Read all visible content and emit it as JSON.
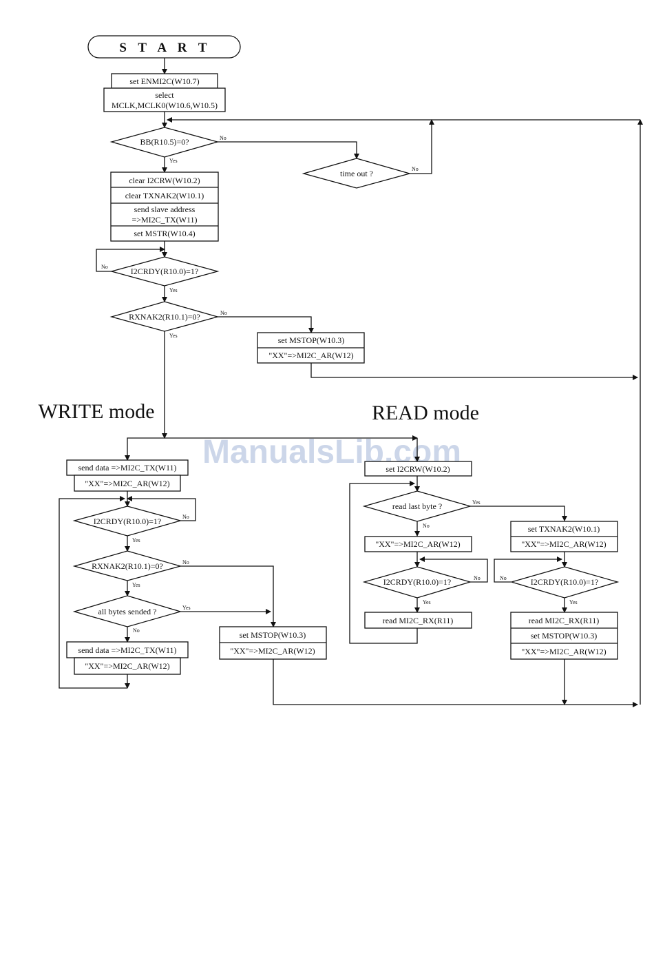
{
  "watermark": "ManualsLib.com",
  "start": "S T A R T",
  "modes": {
    "write": "WRITE mode",
    "read": "READ mode"
  },
  "edge_labels": {
    "yes": "Yes",
    "no": "No"
  },
  "boxes": {
    "set_enmi2c": "set ENMI2C(W10.7)",
    "select_line1": "select",
    "select_line2": "MCLK,MCLK0(W10.6,W10.5)",
    "clear_i2crw": "clear I2CRW(W10.2)",
    "clear_txnak2": "clear TXNAK2(W10.1)",
    "send_slave_line1": "send slave address",
    "send_slave_line2": "=>MI2C_TX(W11)",
    "set_mstr": "set MSTR(W10.4)",
    "set_mstop_top": "set MSTOP(W10.3)",
    "xx_ar_top": "\"XX\"=>MI2C_AR(W12)",
    "w_send_data1": "send data =>MI2C_TX(W11)",
    "w_xx_ar1": "\"XX\"=>MI2C_AR(W12)",
    "w_send_data2": "send data =>MI2C_TX(W11)",
    "w_xx_ar2": "\"XX\"=>MI2C_AR(W12)",
    "w_set_mstop": "set MSTOP(W10.3)",
    "w_xx_ar3": "\"XX\"=>MI2C_AR(W12)",
    "r_set_i2crw": "set I2CRW(W10.2)",
    "r_xx_ar": "\"XX\"=>MI2C_AR(W12)",
    "r_read_rx": "read MI2C_RX(R11)",
    "r_set_txnak2": "set TXNAK2(W10.1)",
    "r_xx_ar2": "\"XX\"=>MI2C_AR(W12)",
    "r_read_rx2": "read MI2C_RX(R11)",
    "r_set_mstop": "set MSTOP(W10.3)",
    "r_xx_ar3": "\"XX\"=>MI2C_AR(W12)"
  },
  "decisions": {
    "bb": "BB(R10.5)=0?",
    "timeout": "time out ?",
    "i2crdy": "I2CRDY(R10.0)=1?",
    "rxnak2": "RXNAK2(R10.1)=0?",
    "w_i2crdy": "I2CRDY(R10.0)=1?",
    "w_rxnak2": "RXNAK2(R10.1)=0?",
    "w_allbytes": "all bytes sended ?",
    "r_lastbyte": "read last byte ?",
    "r_i2crdy": "I2CRDY(R10.0)=1?",
    "r_i2crdy2": "I2CRDY(R10.0)=1?"
  }
}
